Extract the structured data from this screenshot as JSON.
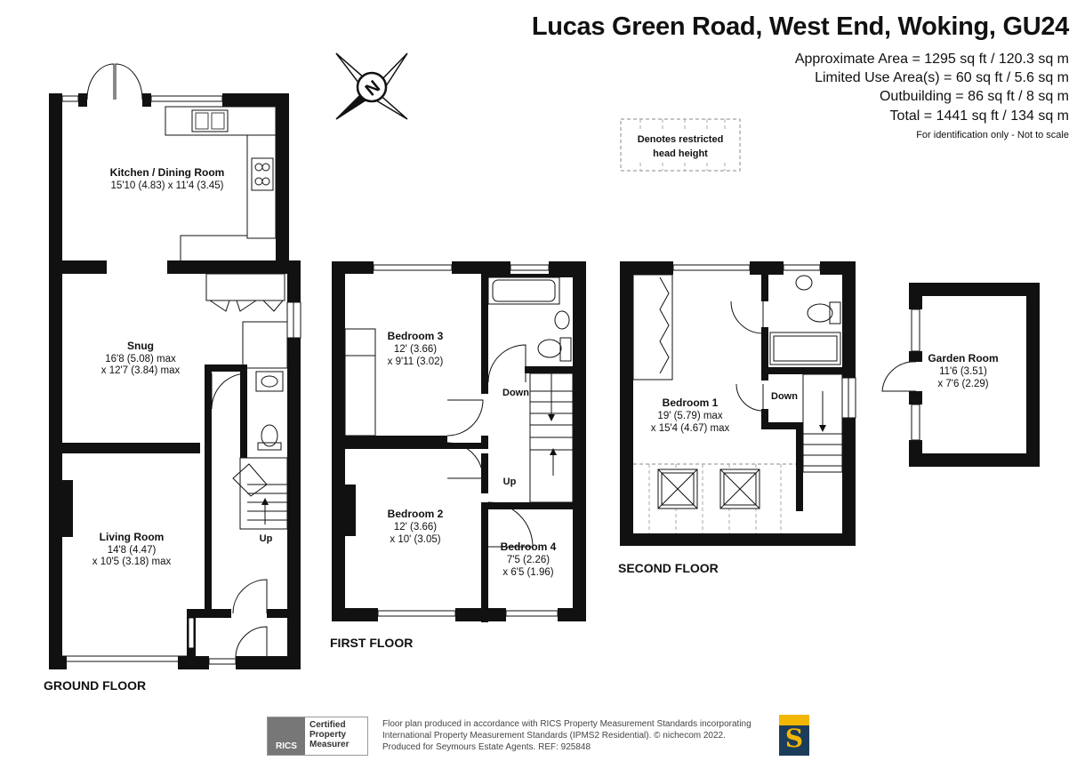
{
  "header": {
    "title": "Lucas Green Road, West End, Woking, GU24",
    "areas": [
      "Approximate Area = 1295 sq ft / 120.3 sq m",
      "Limited Use Area(s) = 60 sq ft / 5.6 sq m",
      "Outbuilding = 86 sq ft / 8 sq m",
      "Total = 1441 sq ft / 134 sq m"
    ],
    "note": "For identification only - Not to scale"
  },
  "legend": {
    "restricted_line1": "Denotes restricted",
    "restricted_line2": "head height"
  },
  "compass": {
    "label": "N"
  },
  "floors": {
    "ground": {
      "label": "GROUND FLOOR",
      "rooms": {
        "kitchen": {
          "name": "Kitchen / Dining Room",
          "dim1": "15'10 (4.83) x 11'4 (3.45)"
        },
        "snug": {
          "name": "Snug",
          "dim1": "16'8 (5.08) max",
          "dim2": "x 12'7 (3.84) max"
        },
        "living": {
          "name": "Living Room",
          "dim1": "14'8 (4.47)",
          "dim2": "x 10'5 (3.18) max"
        }
      },
      "stair_label": "Up"
    },
    "first": {
      "label": "FIRST FLOOR",
      "rooms": {
        "bedroom3": {
          "name": "Bedroom 3",
          "dim1": "12' (3.66)",
          "dim2": "x 9'11 (3.02)"
        },
        "bedroom2": {
          "name": "Bedroom 2",
          "dim1": "12' (3.66)",
          "dim2": "x 10' (3.05)"
        },
        "bedroom4": {
          "name": "Bedroom 4",
          "dim1": "7'5 (2.26)",
          "dim2": "x 6'5 (1.96)"
        }
      },
      "stair_down": "Down",
      "stair_up": "Up"
    },
    "second": {
      "label": "SECOND FLOOR",
      "rooms": {
        "bedroom1": {
          "name": "Bedroom 1",
          "dim1": "19' (5.79) max",
          "dim2": "x 15'4 (4.67) max"
        }
      },
      "stair_down": "Down"
    },
    "outbuilding": {
      "rooms": {
        "garden": {
          "name": "Garden Room",
          "dim1": "11'6 (3.51)",
          "dim2": "x 7'6 (2.29)"
        }
      }
    }
  },
  "footer": {
    "line1": "Floor plan produced in accordance with RICS Property Measurement Standards incorporating",
    "line2": "International Property Measurement Standards (IPMS2 Residential).  © nichecom 2022.",
    "line3": "Produced for Seymours Estate Agents.  REF:  925848",
    "badge_logo": "RICS",
    "badge_line1": "Certified",
    "badge_line2": "Property",
    "badge_line3": "Measurer",
    "brand_letter": "S"
  },
  "colors": {
    "wall": "#111111",
    "brand_navy": "#1c3d5a",
    "brand_gold": "#f2b705"
  }
}
